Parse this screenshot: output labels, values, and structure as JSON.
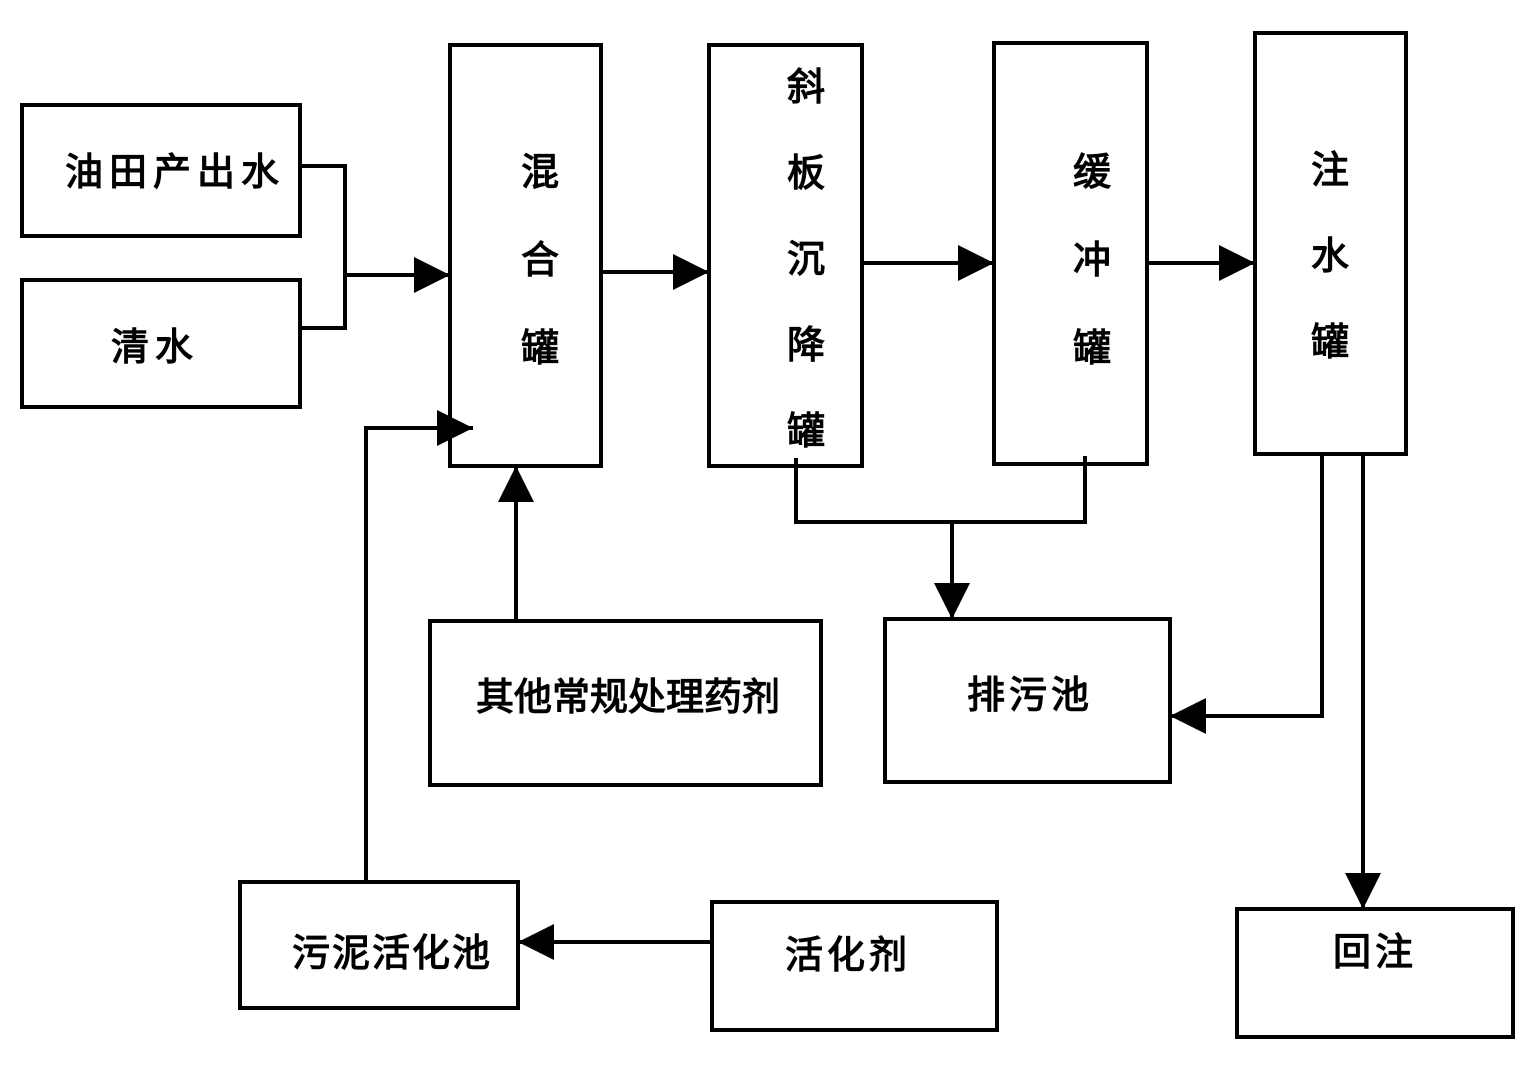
{
  "diagram": {
    "nodes": {
      "oilfield_water": "油田产出水",
      "clean_water": "清水",
      "mixing_tank": "混合罐",
      "inclined_plate_tank": "斜板沉降罐",
      "buffer_tank": "缓冲罐",
      "injection_tank": "注水罐",
      "chemicals": "其他常规处理药剂",
      "sewage_pool": "排污池",
      "sludge_pool": "污泥活化池",
      "activator": "活化剂",
      "reinjection": "回注"
    },
    "line_color": "#000000",
    "background": "#ffffff"
  }
}
